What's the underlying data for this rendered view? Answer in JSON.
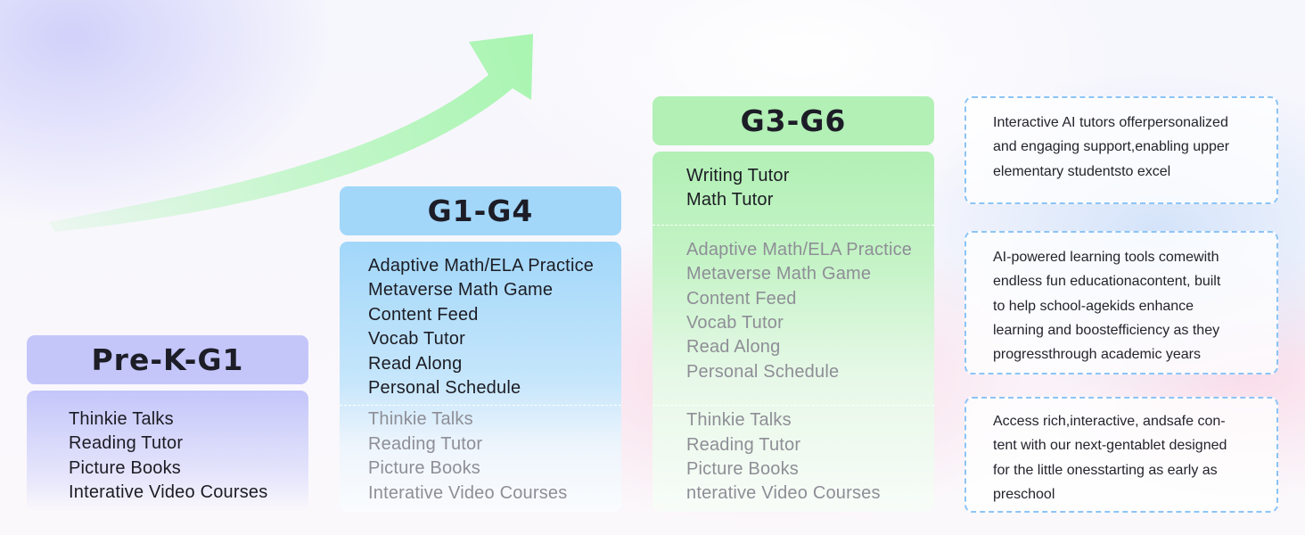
{
  "colors": {
    "prek": "#c4c6fa",
    "g1_g4": "#a2d7fa",
    "g3_g6": "#b2f0b5",
    "arrow": "#a8f5b0",
    "callout_border": "#8cc4f6"
  },
  "arrow": {
    "icon": "green-upward-arrow"
  },
  "tiers": {
    "prek": {
      "title": "Pre-K-G1",
      "items": [
        "Thinkie Talks",
        "Reading Tutor",
        "Picture Books",
        "Interative Video Courses"
      ]
    },
    "g1_g4": {
      "title": "G1-G4",
      "new_items": [
        "Adaptive Math/ELA Practice",
        "Metaverse Math Game",
        "Content Feed",
        "Vocab Tutor",
        "Read Along",
        "Personal Schedule"
      ],
      "inherited_items": [
        "Thinkie Talks",
        "Reading Tutor",
        "Picture Books",
        "Interative Video Courses"
      ]
    },
    "g3_g6": {
      "title": "G3-G6",
      "new_items": [
        "Writing Tutor",
        "Math Tutor"
      ],
      "mid_items": [
        "Adaptive Math/ELA Practice",
        "Metaverse Math Game",
        "Content Feed",
        "Vocab Tutor",
        "Read Along",
        "Personal Schedule"
      ],
      "inherited_items": [
        "Thinkie Talks",
        "Reading Tutor",
        "Picture Books",
        "nterative Video Courses"
      ]
    }
  },
  "callouts": [
    {
      "lines": [
        "Interactive AI tutors offerpersonalized",
        "and engaging support,enabling upper",
        "elementary studentsto excel"
      ]
    },
    {
      "lines": [
        "AI-powered learning tools comewith",
        "endless fun educationacontent, built",
        "to help school-agekids enhance",
        "learning and boostefficiency as they",
        "progressthrough academic years"
      ]
    },
    {
      "lines": [
        "Access rich,interactive, andsafe con-",
        "tent with our next-gentablet designed",
        "for the little onesstarting as early as",
        "preschool"
      ]
    }
  ]
}
